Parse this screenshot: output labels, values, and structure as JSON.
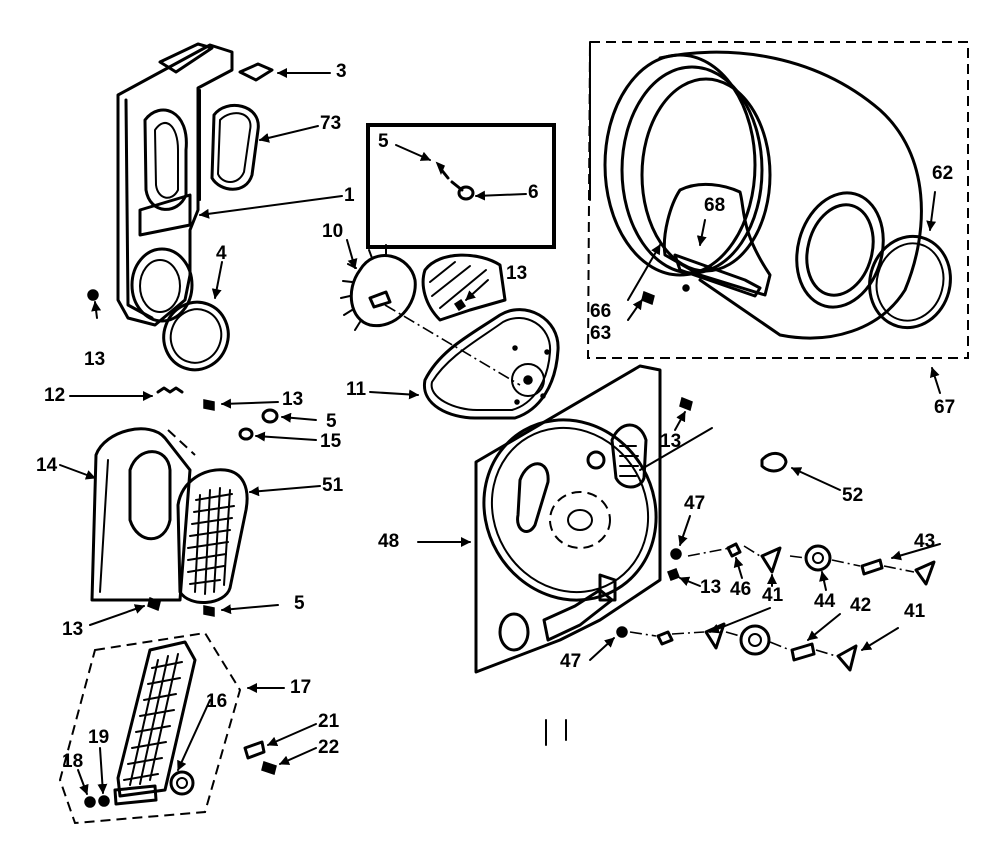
{
  "labels": {
    "p3": "3",
    "p73": "73",
    "p1": "1",
    "p4": "4",
    "p13a": "13",
    "p5a": "5",
    "p6": "6",
    "p10": "10",
    "p13b": "13",
    "p11": "11",
    "p12": "12",
    "p13c": "13",
    "p5b": "5",
    "p15": "15",
    "p14": "14",
    "p51": "51",
    "p13d": "13",
    "p5c": "5",
    "p17": "17",
    "p16": "16",
    "p21": "21",
    "p22": "22",
    "p19": "19",
    "p18": "18",
    "p62": "62",
    "p68": "68",
    "p66": "66",
    "p63": "63",
    "p67": "67",
    "p13e": "13",
    "p52": "52",
    "p48": "48",
    "p47a": "47",
    "p43": "43",
    "p13f": "13",
    "p46": "46",
    "p41a": "41",
    "p44": "44",
    "p42": "42",
    "p41b": "41",
    "p47b": "47"
  }
}
